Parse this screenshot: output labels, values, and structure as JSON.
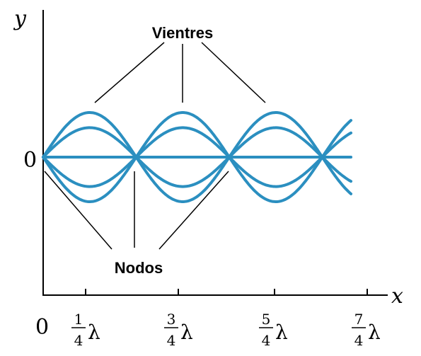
{
  "axes": {
    "y_label": "y",
    "x_label": "x",
    "zero_y": "0",
    "zero_x": "0"
  },
  "labels": {
    "antinodes": "Vientres",
    "nodes": "Nodos"
  },
  "ticks": [
    {
      "numerator": "1",
      "denominator": "4",
      "symbol": "λ"
    },
    {
      "numerator": "3",
      "denominator": "4",
      "symbol": "λ"
    },
    {
      "numerator": "5",
      "denominator": "4",
      "symbol": "λ"
    },
    {
      "numerator": "7",
      "denominator": "4",
      "symbol": "λ"
    }
  ],
  "wave": {
    "color": "#2b8fc0",
    "amplitude_fractions": [
      1.0,
      0.66,
      0,
      -0.66,
      -1.0
    ]
  }
}
